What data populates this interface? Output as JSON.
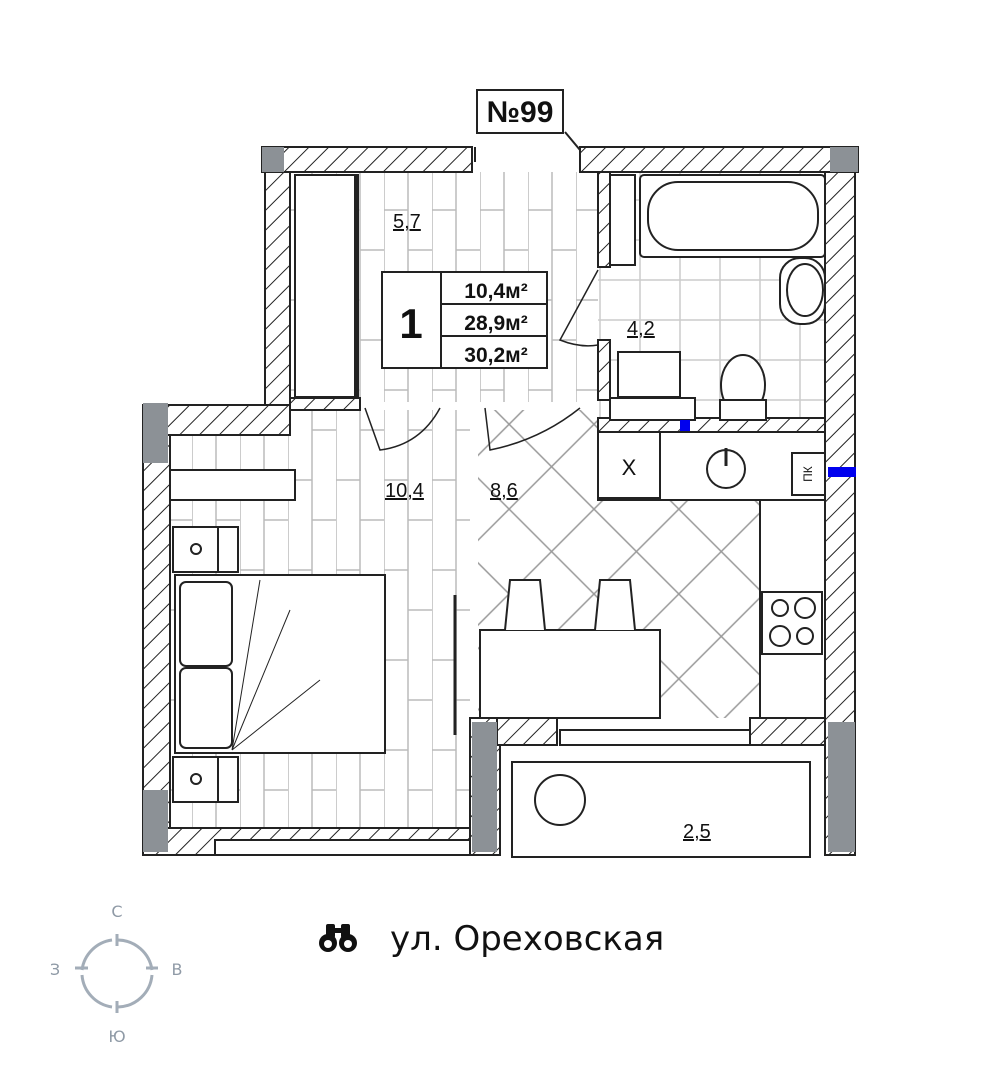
{
  "apartment": {
    "number": "№99",
    "rooms_count": "1",
    "living_area": "10,4м²",
    "total_area": "28,9м²",
    "total_area_with_balcony": "30,2м²"
  },
  "rooms": {
    "hallway": "5,7",
    "bathroom": "4,2",
    "bedroom": "10,4",
    "kitchen": "8,6",
    "balcony": "2,5"
  },
  "fixtures": {
    "fridge": "Х",
    "pk": "ПК"
  },
  "compass": {
    "north": "С",
    "south": "Ю",
    "west": "З",
    "east": "В"
  },
  "street": {
    "icon": "binoculars-icon",
    "name": "ул. Ореховская"
  },
  "colors": {
    "wall_hatch": "#222222",
    "column": "#8c9196",
    "riser": "#0000ee",
    "compass": "#a3adb8"
  }
}
